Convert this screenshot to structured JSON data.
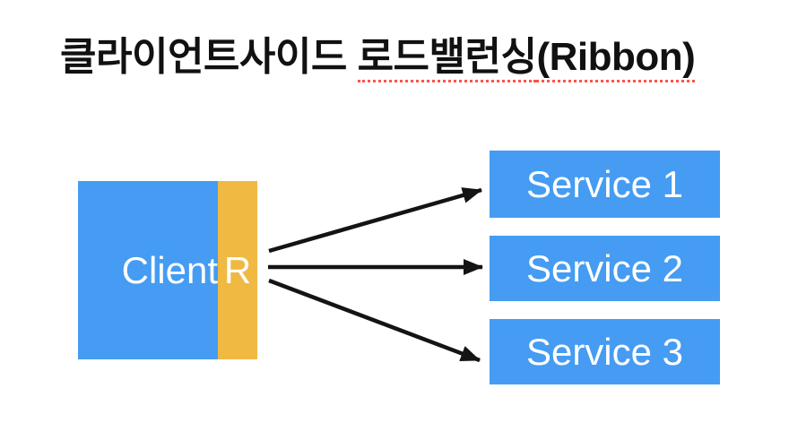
{
  "title": {
    "full_text": "클라이언트사이드 로드밸런싱(Ribbon)",
    "prefix": "클라이언트사이드 ",
    "underlined_korean": "로드밸런싱",
    "underlined_latin": "(Ribbon)"
  },
  "client_node": {
    "label": "Client",
    "ribbon_badge": "R"
  },
  "service_nodes": [
    {
      "label": "Service 1"
    },
    {
      "label": "Service 2"
    },
    {
      "label": "Service 3"
    }
  ],
  "arrows": [
    {
      "from": "client",
      "to": "service-1"
    },
    {
      "from": "client",
      "to": "service-2"
    },
    {
      "from": "client",
      "to": "service-3"
    }
  ],
  "colors": {
    "node_blue": "#459CF2",
    "ribbon_yellow": "#EFB942",
    "arrow_black": "#141414",
    "underline_red": "#FF5348",
    "node_text_white": "#FFFFFF",
    "title_text": "#111111",
    "background": "#FFFFFF"
  }
}
